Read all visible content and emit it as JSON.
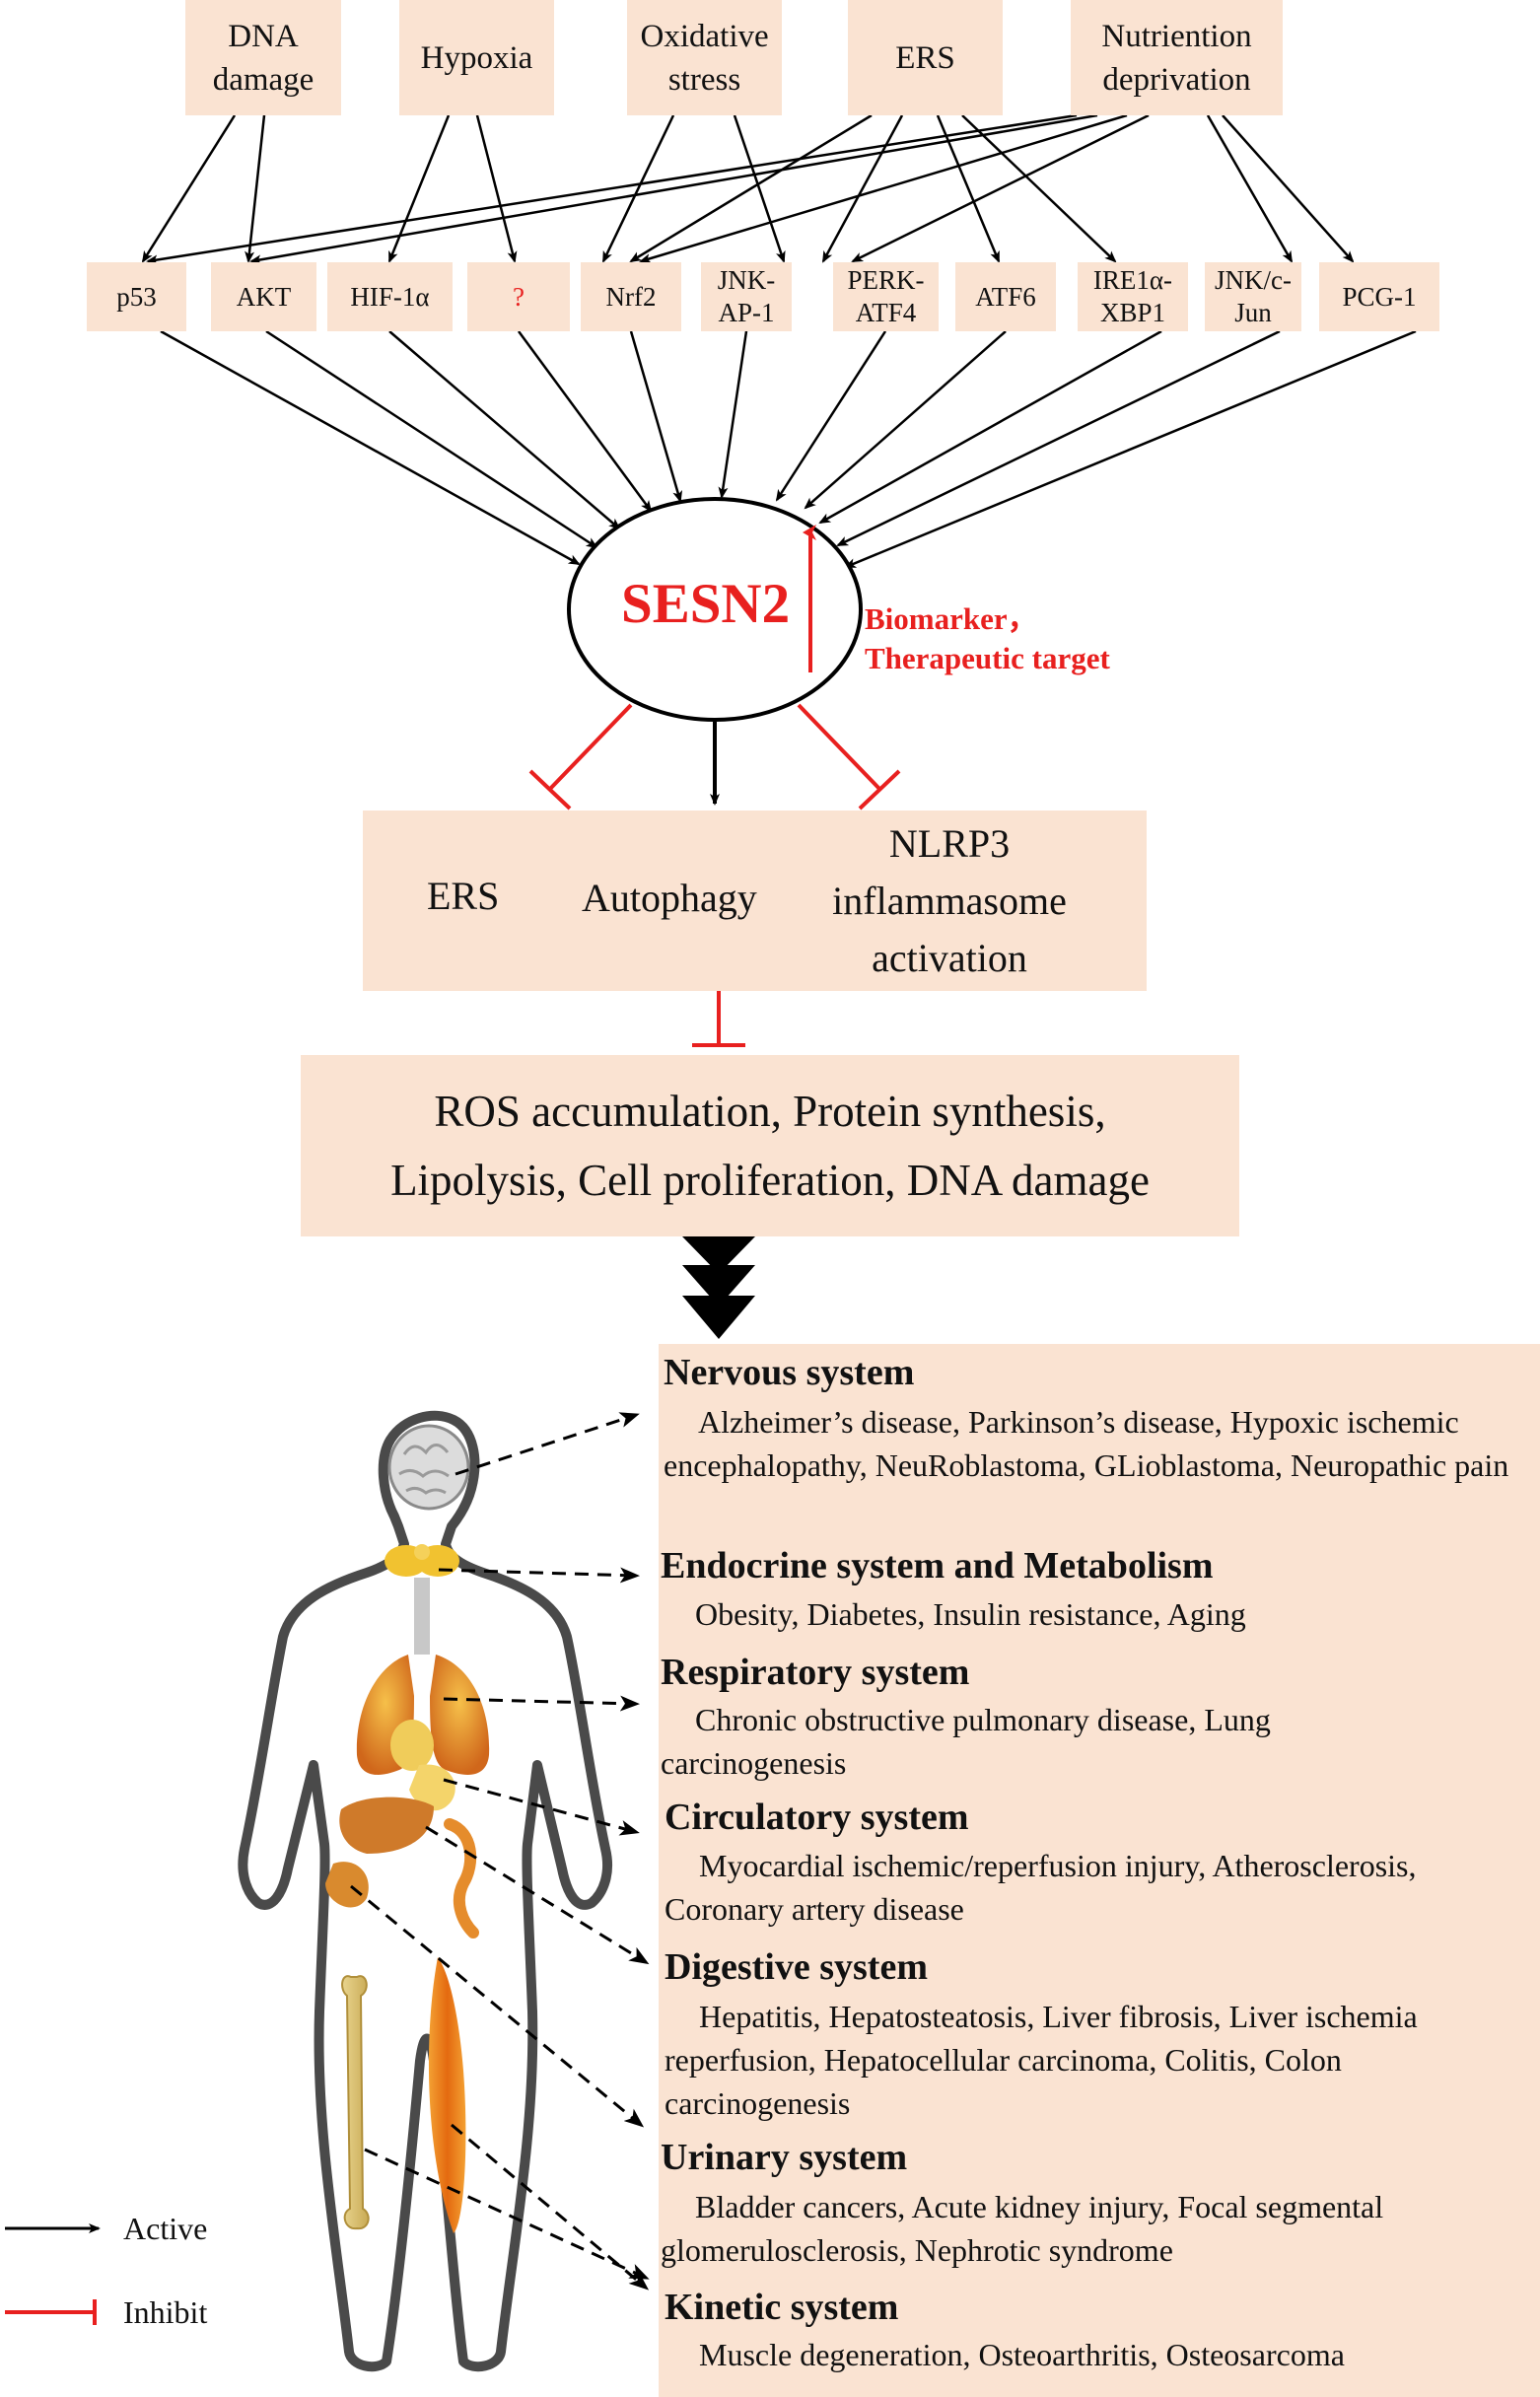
{
  "stressors": [
    "DNA damage",
    "Hypoxia",
    "Oxidative stress",
    "ERS",
    "Nutriention deprivation"
  ],
  "pathways": [
    {
      "label": "p53",
      "highlight": false
    },
    {
      "label": "AKT",
      "highlight": false
    },
    {
      "label": "HIF-1α",
      "highlight": false
    },
    {
      "label": "?",
      "highlight": true
    },
    {
      "label": "Nrf2",
      "highlight": false
    },
    {
      "label": "JNK-AP-1",
      "highlight": false
    },
    {
      "label": "PERK-ATF4",
      "highlight": false
    },
    {
      "label": "ATF6",
      "highlight": false
    },
    {
      "label": "IRE1α-XBP1",
      "highlight": false
    },
    {
      "label": "JNK/c-Jun",
      "highlight": false
    },
    {
      "label": "PCG-1",
      "highlight": false
    }
  ],
  "core": {
    "name": "SESN2",
    "annotation_line1": "Biomarker，",
    "annotation_line2": "Therapeutic target"
  },
  "mechanisms": {
    "ers": "ERS",
    "autophagy": "Autophagy",
    "nlrp3": "NLRP3 inflammasome activation"
  },
  "processes": {
    "line1": "ROS accumulation, Protein synthesis,",
    "line2": "Lipolysis, Cell proliferation, DNA damage"
  },
  "systems": [
    {
      "name": "Nervous system",
      "diseases": "Alzheimer’s disease, Parkinson’s disease, Hypoxic ischemic encephalopathy, NeuRoblastoma, GLioblastoma, Neuropathic pain"
    },
    {
      "name": "Endocrine system and Metabolism",
      "diseases": "Obesity, Diabetes, Insulin resistance, Aging"
    },
    {
      "name": "Respiratory system",
      "diseases": "Chronic obstructive pulmonary disease, Lung carcinogenesis"
    },
    {
      "name": "Circulatory system",
      "diseases": "Myocardial ischemic/reperfusion injury, Atherosclerosis, Coronary artery disease"
    },
    {
      "name": "Digestive system",
      "diseases": "Hepatitis, Hepatosteatosis, Liver fibrosis, Liver ischemia reperfusion, Hepatocellular carcinoma, Colitis, Colon carcinogenesis"
    },
    {
      "name": "Urinary system",
      "diseases": "Bladder cancers, Acute kidney injury, Focal segmental glomerulosclerosis, Nephrotic syndrome"
    },
    {
      "name": "Kinetic system",
      "diseases": "Muscle degeneration, Osteoarthritis, Osteosarcoma"
    }
  ],
  "legend": {
    "active": "Active",
    "inhibit": "Inhibit"
  },
  "colors": {
    "box_fill": "#fae3d2",
    "inhibit": "#e8201f",
    "active": "#000000"
  }
}
